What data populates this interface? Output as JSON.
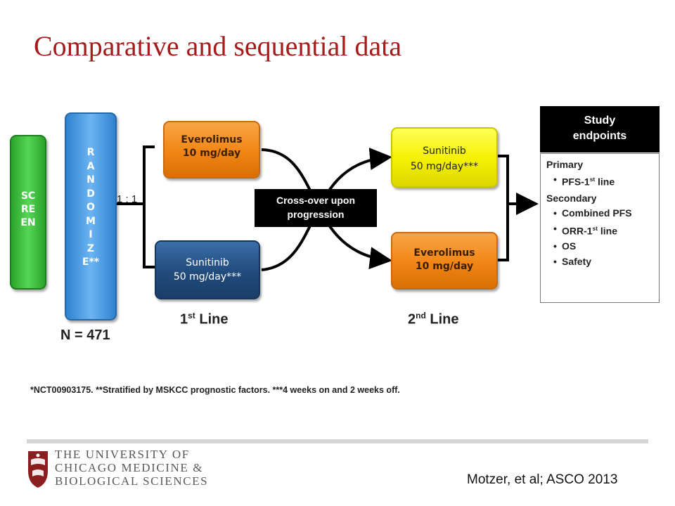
{
  "title": "Comparative and sequential data",
  "screen_label": [
    "SC",
    "RE",
    "EN"
  ],
  "randomize_label": [
    "R",
    "A",
    "N",
    "D",
    "O",
    "M",
    "I",
    "Z",
    "E**"
  ],
  "ratio": "1 : 1",
  "n_label": "N = 471",
  "first_line": {
    "label": "Line",
    "ordinal": "1",
    "ordinal_suffix": "st",
    "top_drug": {
      "name": "Everolimus",
      "dose": "10 mg/day"
    },
    "bottom_drug": {
      "name": "Sunitinib",
      "dose": "50 mg/day***"
    }
  },
  "second_line": {
    "label": "Line",
    "ordinal": "2",
    "ordinal_suffix": "nd",
    "top_drug": {
      "name": "Sunitinib",
      "dose": "50 mg/day***"
    },
    "bottom_drug": {
      "name": "Everolimus",
      "dose": "10 mg/day"
    }
  },
  "crossover": [
    "Cross-over upon",
    "progression"
  ],
  "endpoints": {
    "header": [
      "Study",
      "endpoints"
    ],
    "primary_label": "Primary",
    "primary_item_prefix": "PFS-1",
    "primary_item_sup": "st",
    "primary_item_suffix": " line",
    "secondary_label": "Secondary",
    "secondary_items": {
      "combined_pfs": "Combined PFS",
      "orr_prefix": "ORR-1",
      "orr_sup": "st",
      "orr_suffix": " line",
      "os": "OS",
      "safety": "Safety"
    },
    "bullet": "•"
  },
  "footnote": "*NCT00903175. **Stratified by MSKCC prognostic factors.  ***4 weeks on and  2 weeks off.",
  "logo": {
    "lines": [
      "THE UNIVERSITY OF",
      "CHICAGO MEDICINE &",
      "BIOLOGICAL SCIENCES"
    ],
    "crest_color": "#8b1e1e"
  },
  "citation": "Motzer, et al; ASCO 2013",
  "colors": {
    "title": "#a61c1c",
    "screen": "#3cb43c",
    "randomize": "#4a9be3",
    "everolimus": "#f18514",
    "sunitinib_first": "#214b7c",
    "sunitinib_second": "#f4f000"
  }
}
